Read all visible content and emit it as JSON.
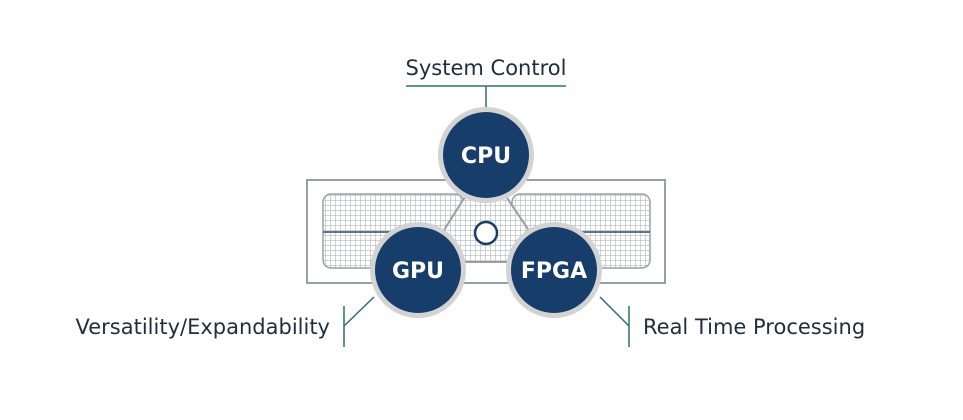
{
  "diagram": {
    "colors": {
      "node_fill": "#173e6a",
      "node_ring": "#d3d3d3",
      "line": "#2f6e6e",
      "frame": "#9a9fa5",
      "grid": "#a3a8ae",
      "text": "#1f2d3d"
    },
    "nodes": {
      "cpu": {
        "label": "CPU"
      },
      "gpu": {
        "label": "GPU"
      },
      "fpga": {
        "label": "FPGA"
      }
    },
    "labels": {
      "cpu": "System Control",
      "gpu": "Versatility/Expandability",
      "fpga": "Real Time Processing"
    }
  }
}
